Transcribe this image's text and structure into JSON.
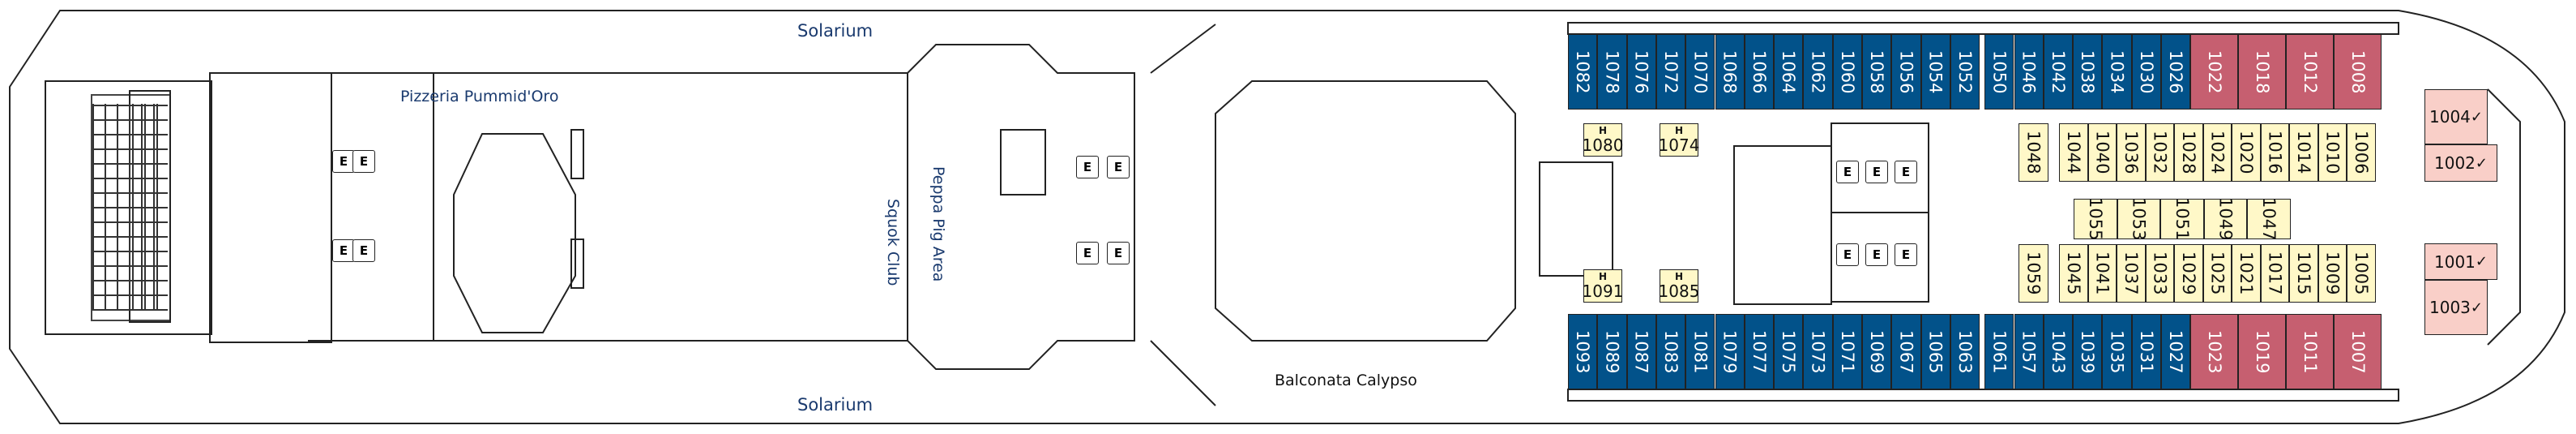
{
  "areas": {
    "solarium_top": "Solarium",
    "solarium_bottom": "Solarium",
    "pizzeria": "Pizzeria Pummid'Oro",
    "squok_club": "Squok Club",
    "peppa_pig": "Peppa Pig Area",
    "balconata": "Balconata Calypso"
  },
  "elevator_label": "E",
  "accessible_symbol": "H",
  "check_mark": "✓",
  "colors": {
    "balcony": "#02528a",
    "suite": "#c65f70",
    "inside": "#fff8c8",
    "special": "#f9cfc8"
  },
  "cabins": {
    "top_outer_blue": [
      "1082",
      "1078",
      "1076",
      "1072",
      "1070",
      "1068",
      "1066",
      "1064",
      "1062",
      "1060",
      "1058",
      "1056",
      "1054",
      "1052",
      "1050",
      "1046",
      "1042",
      "1038",
      "1034",
      "1030",
      "1026"
    ],
    "top_outer_pink": [
      "1022",
      "1018",
      "1012",
      "1008"
    ],
    "bottom_outer_blue": [
      "1093",
      "1089",
      "1087",
      "1083",
      "1081",
      "1079",
      "1077",
      "1075",
      "1073",
      "1071",
      "1069",
      "1067",
      "1065",
      "1063",
      "1061",
      "1057",
      "1043",
      "1039",
      "1035",
      "1031",
      "1027"
    ],
    "bottom_outer_pink": [
      "1023",
      "1019",
      "1011",
      "1007"
    ],
    "top_inner_single": "1048",
    "top_inner": [
      "1044",
      "1040",
      "1036",
      "1032",
      "1028",
      "1024",
      "1020",
      "1016",
      "1014",
      "1010",
      "1006"
    ],
    "middle_inner": [
      "1055",
      "1053",
      "1051",
      "1049",
      "1047"
    ],
    "bottom_inner_single": "1059",
    "bottom_inner": [
      "1045",
      "1041",
      "1037",
      "1033",
      "1029",
      "1025",
      "1021",
      "1017",
      "1015",
      "1009",
      "1005"
    ],
    "accessible_aft": [
      "1080",
      "1074",
      "1091",
      "1085"
    ],
    "forward": [
      "1004",
      "1002",
      "1001",
      "1003"
    ]
  }
}
